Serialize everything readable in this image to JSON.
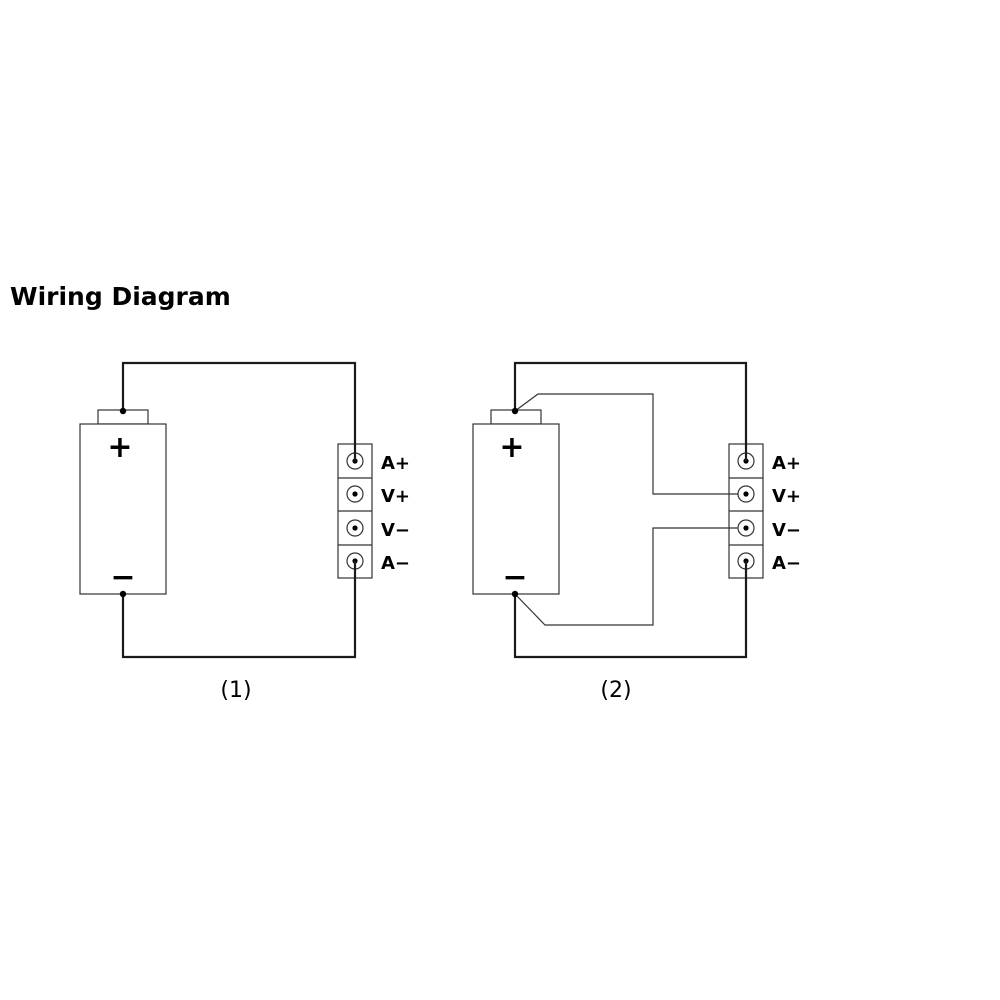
{
  "title": "Wiring Diagram",
  "diagrams": [
    {
      "caption": "(1)",
      "battery": {
        "plus": "+",
        "minus": "−"
      },
      "terminals": [
        "A+",
        "V+",
        "V−",
        "A−"
      ]
    },
    {
      "caption": "(2)",
      "battery": {
        "plus": "+",
        "minus": "−"
      },
      "terminals": [
        "A+",
        "V+",
        "V−",
        "A−"
      ]
    }
  ]
}
